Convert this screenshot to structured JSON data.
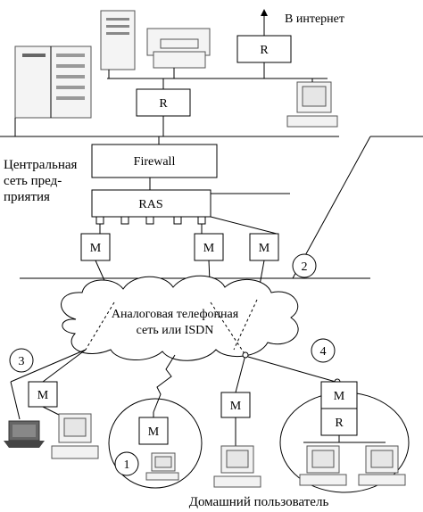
{
  "labels": {
    "internet": "В интернет",
    "router": "R",
    "firewall": "Firewall",
    "ras": "RAS",
    "modem": "M",
    "central_network": [
      "Центральная",
      "сеть пред-",
      "приятия"
    ],
    "phone_network": [
      "Аналоговая телефонная",
      "сеть или ISDN"
    ],
    "home_user": "Домашний пользователь"
  },
  "scenarios": [
    "1",
    "2",
    "3",
    "4"
  ],
  "colors": {
    "line": "#000000",
    "background": "#ffffff",
    "device_fill": "#f4f4f4",
    "laptop_fill": "#555555"
  }
}
